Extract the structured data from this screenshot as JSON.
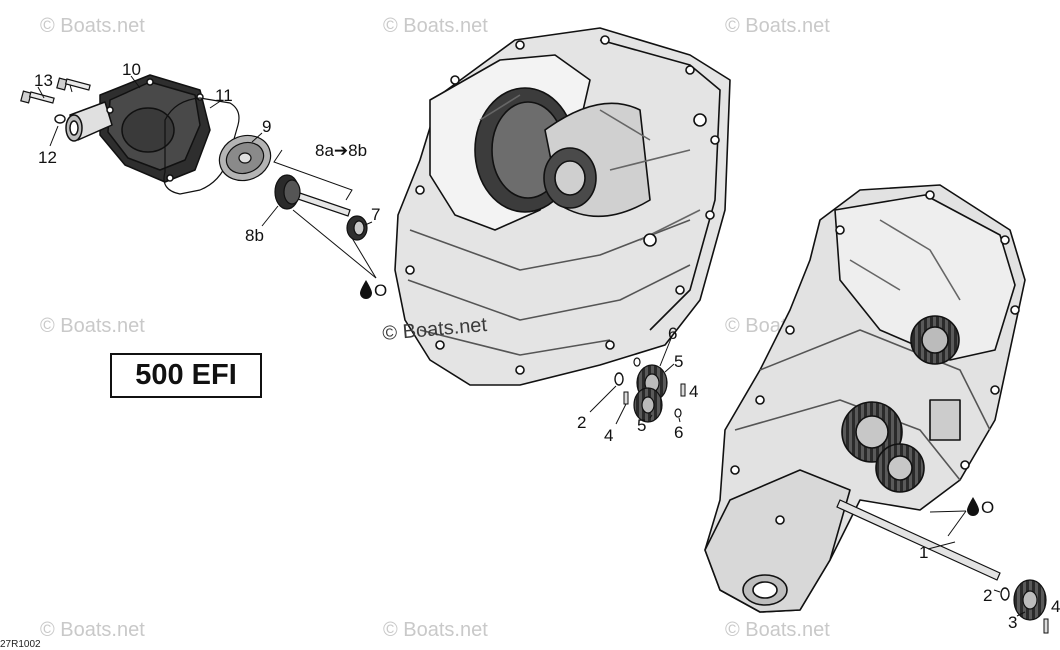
{
  "model_label": "500 EFI",
  "reference_code": "27R1002",
  "watermark_text": "© Boats.net",
  "center_watermark_text": "© Boats.net",
  "callouts": {
    "c13": "13",
    "c10": "10",
    "c11": "11",
    "c9": "9",
    "c12": "12",
    "c8ab": "8a➔8b",
    "c8b": "8b",
    "c7": "7",
    "c6a": "6",
    "c5a": "5",
    "c4a": "4",
    "c2a": "2",
    "c4b": "4",
    "c5b": "5",
    "c6b": "6",
    "c1": "1",
    "c2b": "2",
    "c3": "3",
    "c4c": "4"
  },
  "oil_symbols": {
    "oil_left": "O",
    "oil_right": "O"
  },
  "colors": {
    "line": "#111111",
    "part_fill": "#e6e6e6",
    "part_shadow": "#9a9a9a",
    "watermark": "#c9c9c9"
  }
}
